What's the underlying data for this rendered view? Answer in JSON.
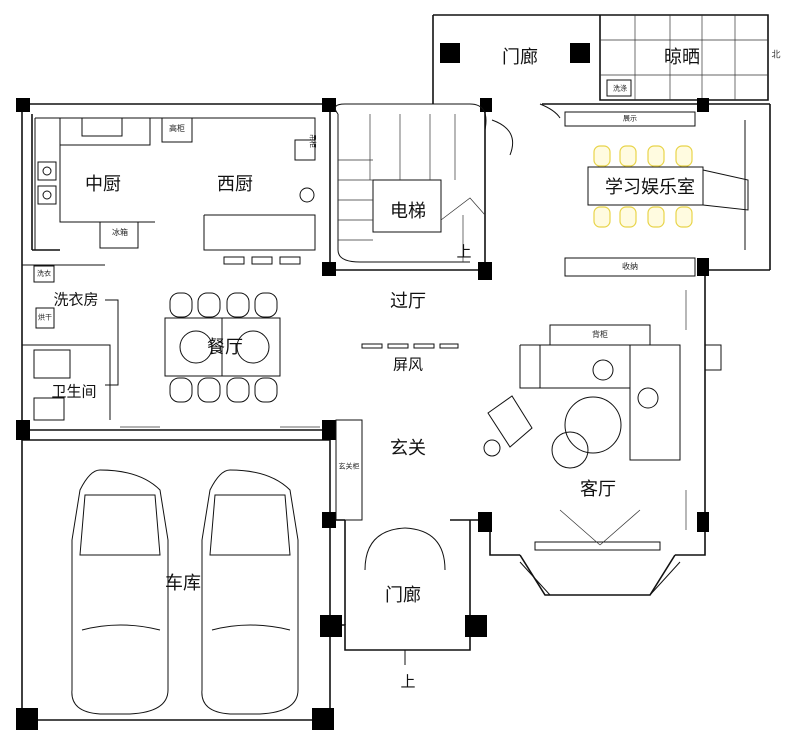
{
  "rooms": {
    "porch_top": "门廊",
    "drying": "晾晒",
    "chinese_kitchen": "中厨",
    "western_kitchen": "西厨",
    "elevator": "电梯",
    "study": "学习娱乐室",
    "laundry": "洗衣房",
    "dining": "餐厅",
    "hall": "过厅",
    "screen": "屏风",
    "bathroom": "卫生间",
    "foyer": "玄关",
    "living": "客厅",
    "garage": "车库",
    "porch_bottom": "门廊"
  },
  "fixtures": {
    "tall_cabinet": "高柜",
    "fridge": "冰箱",
    "tall_cabinet_2": "吊柜",
    "display": "展示",
    "storage": "收纳",
    "washer": "洗衣",
    "dryer": "烘干",
    "sofa_back_cabinet": "背柜",
    "shoe_cabinet": "玄关柜",
    "sink_label": "洗涤"
  },
  "markers": {
    "stair_up": "上",
    "entry_up": "上",
    "north": "北"
  }
}
